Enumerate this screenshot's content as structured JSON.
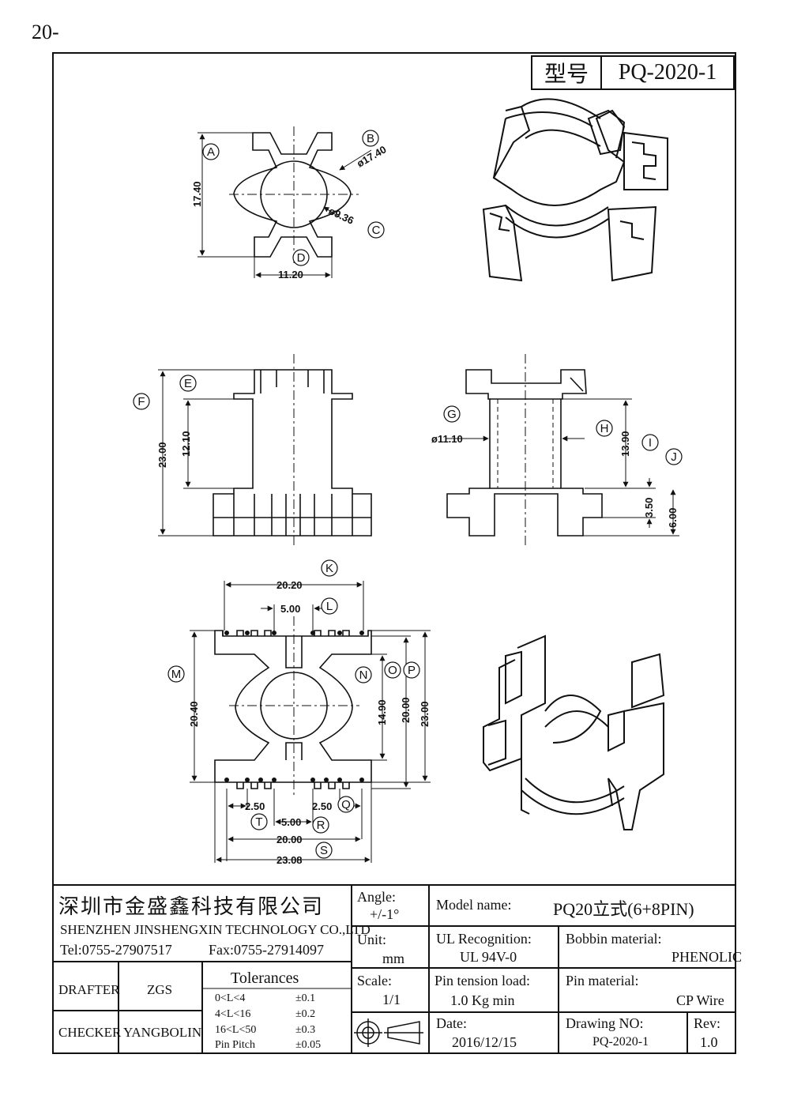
{
  "page_number": "20-",
  "header": {
    "model_label": "型号",
    "model_value": "PQ-2020-1"
  },
  "dimensions": {
    "A": "17.40",
    "B": "ø17.40",
    "C": "ø9.36",
    "D": "11.20",
    "E": "12.10",
    "F": "23.00",
    "G": "ø11.10",
    "H": "13.90",
    "I": "3.50",
    "J": "6.00",
    "K": "20.20",
    "L": "5.00",
    "M": "20.40",
    "N": "14.90",
    "O": "20.00",
    "P": "23.00",
    "Q": "2.50",
    "T": "2.50",
    "R": "5.00",
    "S1": "20.00",
    "S2": "23.08"
  },
  "callouts": [
    "A",
    "B",
    "C",
    "D",
    "E",
    "F",
    "G",
    "H",
    "I",
    "J",
    "K",
    "L",
    "M",
    "N",
    "O",
    "P",
    "Q",
    "R",
    "S",
    "T"
  ],
  "company": {
    "name_cn": "深圳市金盛鑫科技有限公司",
    "name_en": "SHENZHEN JINSHENGXIN TECHNOLOGY CO.,LTD",
    "tel": "Tel:0755-27907517",
    "fax": "Fax:0755-27914097"
  },
  "angle": {
    "label": "Angle:",
    "value": "+/-1°"
  },
  "unit": {
    "label": "Unit:",
    "value": "mm"
  },
  "scale": {
    "label": "Scale:",
    "value": "1/1"
  },
  "model_name": {
    "label": "Model name:",
    "value": "PQ20立式(6+8PIN)"
  },
  "ul": {
    "label": "UL Recognition:",
    "value": "UL 94V-0"
  },
  "bobbin": {
    "label": "Bobbin material:",
    "value": "PHENOLIC"
  },
  "pin_tension": {
    "label": "Pin tension load:",
    "value": "1.0 Kg min"
  },
  "pin_material": {
    "label": "Pin material:",
    "value": "CP Wire"
  },
  "date": {
    "label": "Date:",
    "value": "2016/12/15"
  },
  "drawing_no": {
    "label": "Drawing NO:",
    "value": "PQ-2020-1"
  },
  "rev": {
    "label": "Rev:",
    "value": "1.0"
  },
  "drafter": {
    "label": "DRAFTER",
    "value": "ZGS"
  },
  "checker": {
    "label": "CHECKER",
    "value": "YANGBOLIN"
  },
  "tolerances": {
    "title": "Tolerances",
    "rows": [
      {
        "range": "0<L<4",
        "tol": "±0.1"
      },
      {
        "range": "4<L<16",
        "tol": "±0.2"
      },
      {
        "range": "16<L<50",
        "tol": "±0.3"
      },
      {
        "range": "Pin Pitch",
        "tol": "±0.05"
      }
    ]
  }
}
